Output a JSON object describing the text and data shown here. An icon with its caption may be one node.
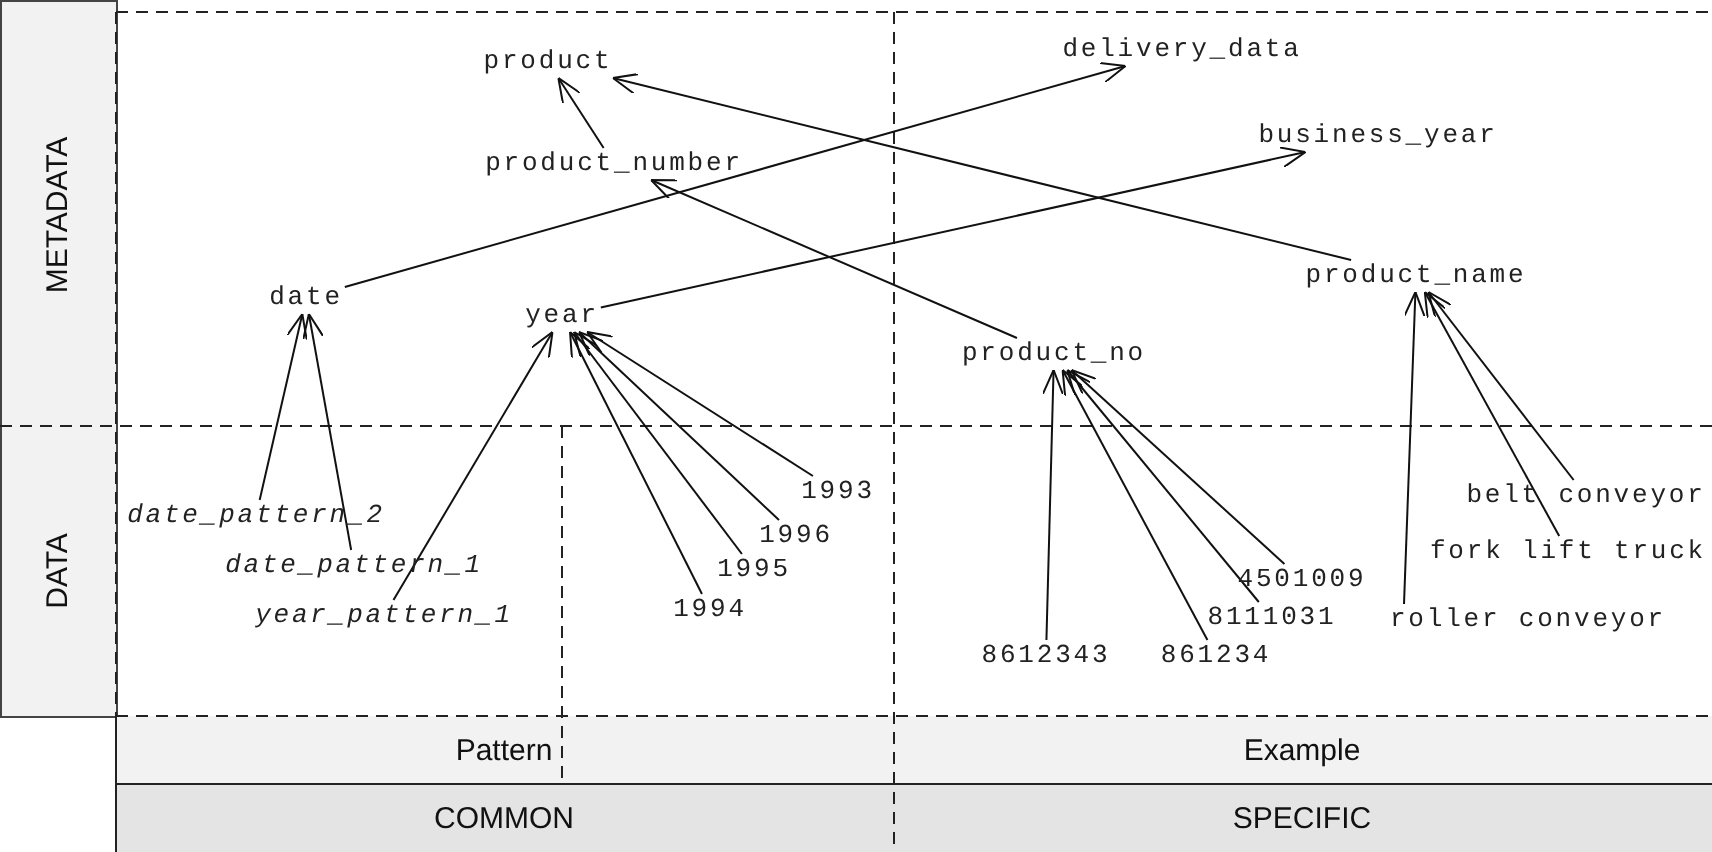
{
  "diagram": {
    "nodes": [
      {
        "text": [
          "product"
        ]
      },
      {
        "text": [
          "delivery_data"
        ]
      },
      {
        "text": [
          "product_number"
        ]
      },
      {
        "text": [
          "business_year"
        ]
      },
      {
        "text": [
          "product_name"
        ]
      },
      {
        "text": [
          "date"
        ]
      },
      {
        "text": [
          "year"
        ]
      },
      {
        "text": [
          "product_no"
        ]
      },
      {
        "text": [
          "1993"
        ]
      },
      {
        "text": [
          "belt conveyor"
        ]
      },
      {
        "text": [
          "date_pattern_2"
        ]
      },
      {
        "text": [
          "1996"
        ]
      },
      {
        "text": [
          "fork lift truck"
        ]
      },
      {
        "text": [
          "date_pattern_1"
        ]
      },
      {
        "text": [
          "1995"
        ]
      },
      {
        "text": [
          "4501009"
        ]
      },
      {
        "text": [
          "year_pattern_1"
        ]
      },
      {
        "text": [
          "1994"
        ]
      },
      {
        "text": [
          "8111031"
        ]
      },
      {
        "text": [
          "roller conveyor"
        ]
      },
      {
        "text": [
          "8612343"
        ]
      },
      {
        "text": [
          "861234"
        ]
      }
    ],
    "edges": [
      {
        "from": 2,
        "to": 0,
        "arrow": "to"
      },
      {
        "from": 4,
        "to": 0,
        "arrow": "to"
      },
      {
        "from": 5,
        "to": 1,
        "arrow": "to"
      },
      {
        "from": 6,
        "to": 3,
        "arrow": "to"
      },
      {
        "from": 7,
        "to": 2,
        "arrow": "to"
      },
      {
        "from": 10,
        "to": 5,
        "arrow": "to"
      },
      {
        "from": 13,
        "to": 5,
        "arrow": "to"
      },
      {
        "from": 16,
        "to": 6,
        "arrow": "to"
      },
      {
        "from": 17,
        "to": 6,
        "arrow": "to"
      },
      {
        "from": 14,
        "to": 6,
        "arrow": "to"
      },
      {
        "from": 11,
        "to": 6,
        "arrow": "to"
      },
      {
        "from": 8,
        "to": 6,
        "arrow": "to"
      },
      {
        "from": 20,
        "to": 7,
        "arrow": "to"
      },
      {
        "from": 21,
        "to": 7,
        "arrow": "to"
      },
      {
        "from": 18,
        "to": 7,
        "arrow": "to"
      },
      {
        "from": 15,
        "to": 7,
        "arrow": "to"
      },
      {
        "from": 19,
        "to": 4,
        "arrow": "to"
      },
      {
        "from": 12,
        "to": 4,
        "arrow": "to"
      },
      {
        "from": 9,
        "to": 4,
        "arrow": "to"
      }
    ],
    "labels": [
      "METADATA",
      "DATA",
      "Pattern",
      "Example",
      "COMMON",
      "SPECIFIC"
    ]
  }
}
